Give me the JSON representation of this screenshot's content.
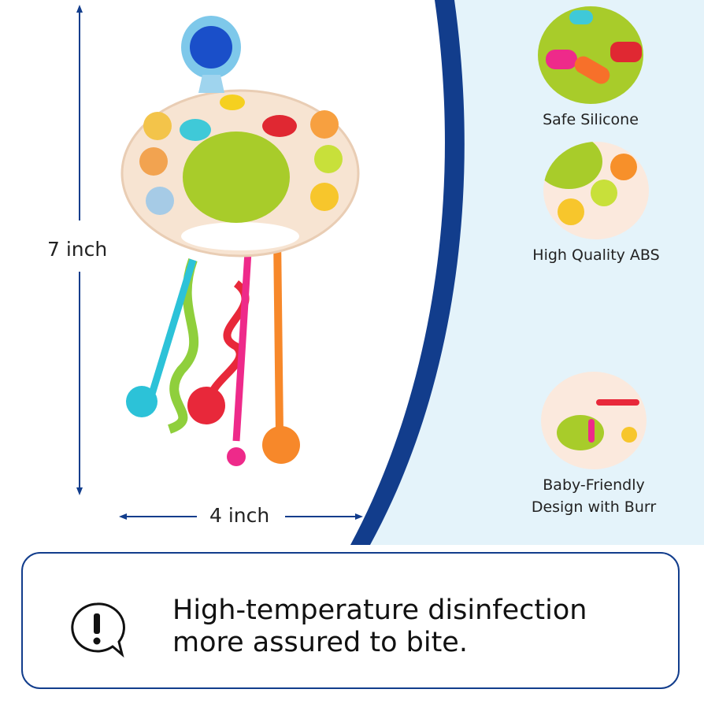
{
  "dimensions": {
    "height_label": "7 inch",
    "width_label": "4 inch"
  },
  "features": [
    {
      "label": "Safe Silicone"
    },
    {
      "label": "High Quality ABS"
    },
    {
      "label": "Baby-Friendly Design with Burr"
    }
  ],
  "notice": {
    "icon": "exclamation-speech-bubble-icon",
    "line1": "High-temperature disinfection",
    "line2": "more assured to bite."
  },
  "colors": {
    "accent_blue": "#123d8c",
    "panel_bg": "#e4f3fa"
  }
}
